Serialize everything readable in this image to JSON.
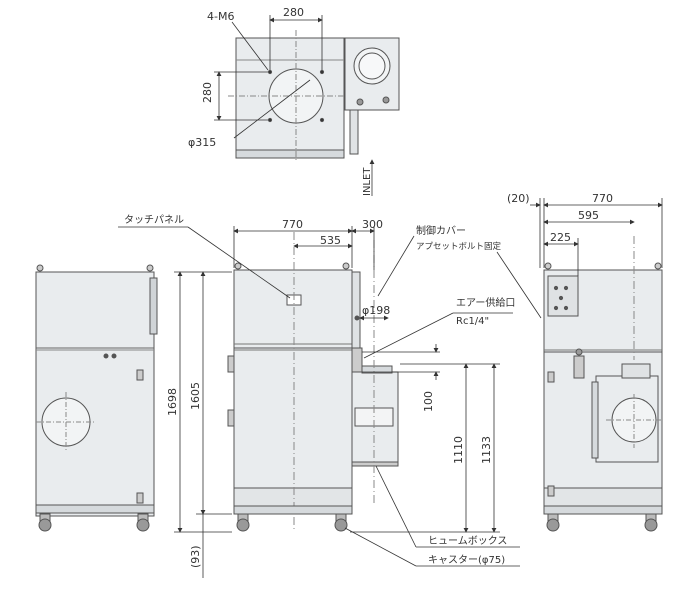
{
  "top_view": {
    "label_bolts": "4-M6",
    "dim_width": "280",
    "dim_height": "280",
    "dim_diameter": "φ315",
    "label_inlet": "INLET"
  },
  "front_view": {
    "dim_overall_width": "770",
    "dim_center_offset": "535",
    "dim_inlet_offset": "300",
    "dim_inlet_diameter": "φ198",
    "dim_total_height": "1698",
    "dim_body_height": "1605",
    "dim_caster_height": "(93)",
    "dim_air_height": "100",
    "dim_fume_height": "1110",
    "dim_inlet_height": "1133"
  },
  "side_view": {
    "dim_offset": "(20)",
    "dim_overall_depth": "770",
    "dim_depth_595": "595",
    "dim_depth_225": "225"
  },
  "callouts": {
    "touch_panel": "タッチパネル",
    "control_cover": "制御カバー",
    "assist_bolt": "アプセットボルト固定",
    "air_supply": "エアー供給口",
    "air_supply_size": "Rc1/4\"",
    "fume_box": "ヒュームボックス",
    "caster": "キャスター(φ75)"
  }
}
